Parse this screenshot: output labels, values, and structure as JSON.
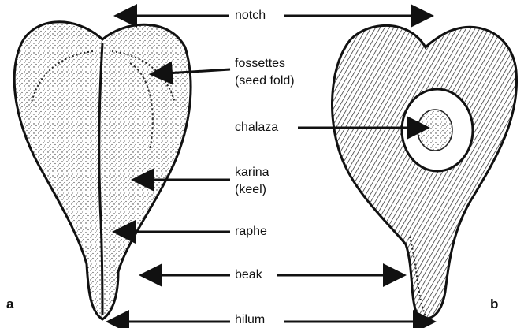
{
  "labels": {
    "notch": "notch",
    "fossettes_1": "fossettes",
    "fossettes_2": "(seed fold)",
    "chalaza": "chalaza",
    "karina_1": "karina",
    "karina_2": "(keel)",
    "raphe": "raphe",
    "beak": "beak",
    "hilum": "hilum"
  },
  "figure_letters": {
    "a": "a",
    "b": "b"
  },
  "colors": {
    "ink": "#111111",
    "paper": "#ffffff",
    "stipple": "#333333"
  }
}
